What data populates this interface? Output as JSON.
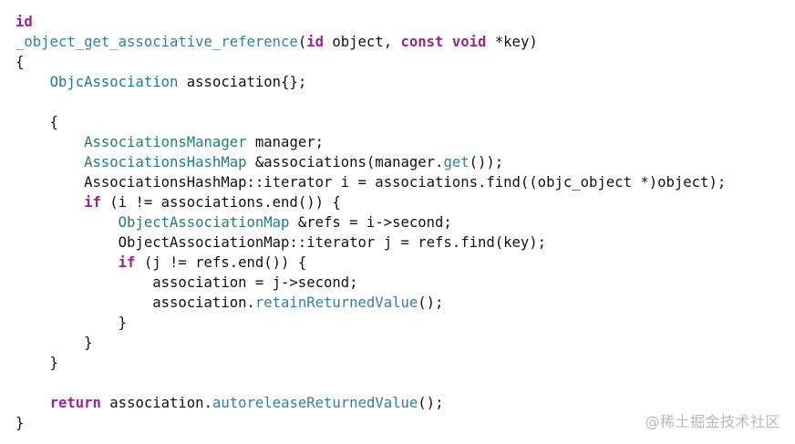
{
  "code_lines": [
    [
      {
        "t": "id",
        "c": "kw"
      }
    ],
    [
      {
        "t": "_object_get_associative_reference",
        "c": "fn"
      },
      {
        "t": "(",
        "c": "txt"
      },
      {
        "t": "id",
        "c": "kw"
      },
      {
        "t": " object, ",
        "c": "txt"
      },
      {
        "t": "const",
        "c": "kw"
      },
      {
        "t": " ",
        "c": "txt"
      },
      {
        "t": "void",
        "c": "kw"
      },
      {
        "t": " *key)",
        "c": "txt"
      }
    ],
    [
      {
        "t": "{",
        "c": "txt"
      }
    ],
    [
      {
        "t": "    ",
        "c": "txt"
      },
      {
        "t": "ObjcAssociation",
        "c": "ty"
      },
      {
        "t": " association{};",
        "c": "txt"
      }
    ],
    [],
    [
      {
        "t": "    {",
        "c": "txt"
      }
    ],
    [
      {
        "t": "        ",
        "c": "txt"
      },
      {
        "t": "AssociationsManager",
        "c": "ty"
      },
      {
        "t": " manager;",
        "c": "txt"
      }
    ],
    [
      {
        "t": "        ",
        "c": "txt"
      },
      {
        "t": "AssociationsHashMap",
        "c": "ty"
      },
      {
        "t": " &associations(manager.",
        "c": "txt"
      },
      {
        "t": "get",
        "c": "fn"
      },
      {
        "t": "());",
        "c": "txt"
      }
    ],
    [
      {
        "t": "        AssociationsHashMap::iterator i = associations.find((objc_object *)object);",
        "c": "txt"
      }
    ],
    [
      {
        "t": "        ",
        "c": "txt"
      },
      {
        "t": "if",
        "c": "kw"
      },
      {
        "t": " (i != associations.end()) {",
        "c": "txt"
      }
    ],
    [
      {
        "t": "            ",
        "c": "txt"
      },
      {
        "t": "ObjectAssociationMap",
        "c": "ty"
      },
      {
        "t": " &refs = i->second;",
        "c": "txt"
      }
    ],
    [
      {
        "t": "            ObjectAssociationMap::iterator j = refs.find(key);",
        "c": "txt"
      }
    ],
    [
      {
        "t": "            ",
        "c": "txt"
      },
      {
        "t": "if",
        "c": "kw"
      },
      {
        "t": " (j != refs.end()) {",
        "c": "txt"
      }
    ],
    [
      {
        "t": "                association = j->second;",
        "c": "txt"
      }
    ],
    [
      {
        "t": "                association.",
        "c": "txt"
      },
      {
        "t": "retainReturnedValue",
        "c": "fn"
      },
      {
        "t": "();",
        "c": "txt"
      }
    ],
    [
      {
        "t": "            }",
        "c": "txt"
      }
    ],
    [
      {
        "t": "        }",
        "c": "txt"
      }
    ],
    [
      {
        "t": "    }",
        "c": "txt"
      }
    ],
    [],
    [
      {
        "t": "    ",
        "c": "txt"
      },
      {
        "t": "return",
        "c": "kw"
      },
      {
        "t": " association.",
        "c": "txt"
      },
      {
        "t": "autoreleaseReturnedValue",
        "c": "fn"
      },
      {
        "t": "();",
        "c": "txt"
      }
    ],
    [
      {
        "t": "}",
        "c": "txt"
      }
    ]
  ],
  "watermark": "@稀土掘金技术社区",
  "colors": {
    "keyword": "#9b2393",
    "type": "#1e7f74",
    "function": "#2e7fa6",
    "text": "#111111",
    "watermark": "#b9b9b9"
  }
}
